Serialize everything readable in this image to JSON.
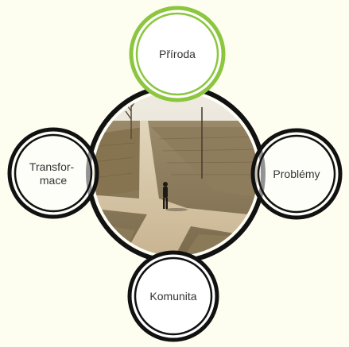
{
  "diagram": {
    "center": {
      "image": "photo-man-at-crossroads"
    },
    "nodes": [
      {
        "id": "priroda",
        "label": "Příroda",
        "highlighted": true
      },
      {
        "id": "transformace",
        "label_line1": "Transfor-",
        "label_line2": "mace",
        "highlighted": false
      },
      {
        "id": "problemy",
        "label": "Problémy",
        "highlighted": false
      },
      {
        "id": "komunita",
        "label": "Komunita",
        "highlighted": false
      }
    ]
  },
  "colors": {
    "background": "#fdfdf0",
    "ring_dark": "#111111",
    "ring_highlight": "#8cc63f",
    "node_fill": "#ffffff",
    "text": "#333333"
  }
}
